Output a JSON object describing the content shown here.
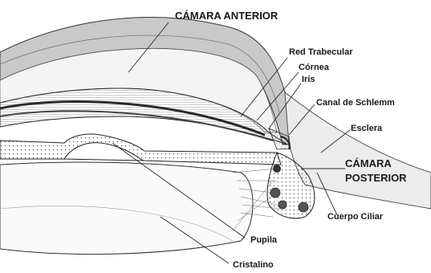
{
  "diagram": {
    "labels": {
      "camara_anterior": "CÁMARA ANTERIOR",
      "red_trabecular": "Red Trabecular",
      "cornea": "Córnea",
      "iris": "Iris",
      "canal_schlemm": "Canal de Schlemm",
      "esclera": "Esclera",
      "camara_posterior_1": "CÁMARA",
      "camara_posterior_2": "POSTERIOR",
      "cuerpo_ciliar": "Cuerpo Ciliar",
      "pupila": "Pupila",
      "cristalino": "Cristalino"
    },
    "colors": {
      "ink": "#1a1a1a",
      "shade": "#bdbdbd",
      "dark_shade": "#3a3a3a",
      "paper": "#ffffff"
    }
  }
}
